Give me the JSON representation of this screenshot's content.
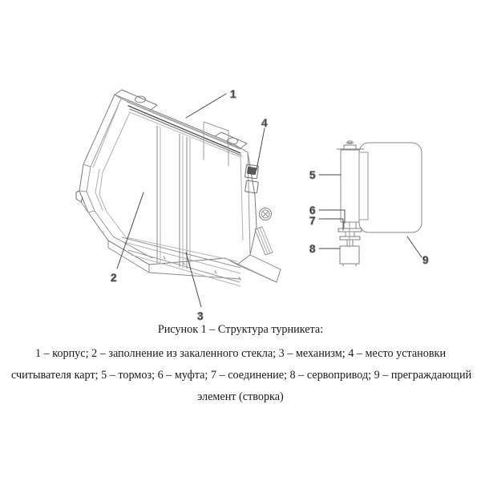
{
  "figure": {
    "caption": "Рисунок 1 – Структура турникета:",
    "legend_lines": [
      "1 – корпус; 2 – заполнение из закаленного стекла; 3 – механизм; 4 – место установки",
      "считывателя карт; 5 – тормоз; 6 – муфта; 7 – соединение; 8 – сервопривод;  9 – преграждающий",
      "элемент (створка)"
    ],
    "background_color": "#ffffff",
    "line_color": "#8a8a8a",
    "dark_line_color": "#4a4a4a",
    "text_color": "#1a1a1a"
  },
  "callouts": [
    {
      "id": "1",
      "label": "1",
      "refers_to": "корпус"
    },
    {
      "id": "2",
      "label": "2",
      "refers_to": "заполнение из закаленного стекла"
    },
    {
      "id": "3",
      "label": "3",
      "refers_to": "механизм"
    },
    {
      "id": "4",
      "label": "4",
      "refers_to": "место установки считывателя карт"
    },
    {
      "id": "5",
      "label": "5",
      "refers_to": "тормоз"
    },
    {
      "id": "6",
      "label": "6",
      "refers_to": "муфта"
    },
    {
      "id": "7",
      "label": "7",
      "refers_to": "соединение"
    },
    {
      "id": "8",
      "label": "8",
      "refers_to": "сервопривод"
    },
    {
      "id": "9",
      "label": "9",
      "refers_to": "преграждающий элемент (створка)"
    }
  ],
  "parts": {
    "turnstile_body": "корпус турникета",
    "glass_fill": "заполнение из закаленного стекла",
    "mechanism": "механизм",
    "card_reader_slot": "место установки считывателя карт",
    "brake": "тормоз",
    "coupling": "муфта",
    "joint": "соединение",
    "servo": "сервопривод",
    "barrier_flap": "преграждающий элемент (створка)"
  }
}
